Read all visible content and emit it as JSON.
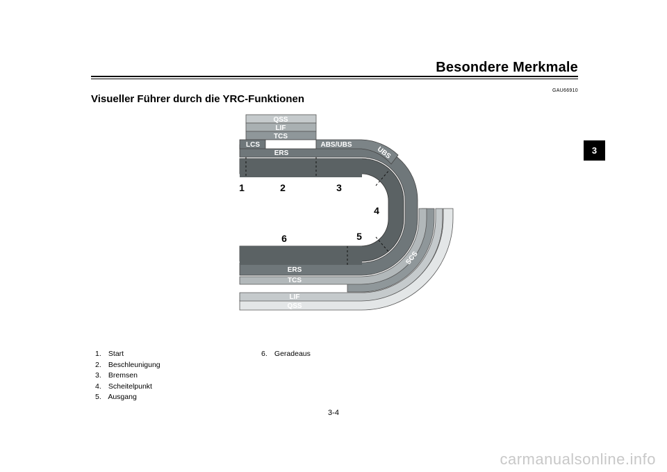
{
  "header": {
    "title": "Besondere Merkmale"
  },
  "doc_code": "GAU66910",
  "section_title": "Visueller Führer durch die YRC-Funktionen",
  "chapter_tab": "3",
  "figure": {
    "phase_numbers": [
      "1",
      "2",
      "3",
      "4",
      "5",
      "6"
    ],
    "top_labels": {
      "qss": "QSS",
      "lif": "LIF",
      "tcs": "TCS",
      "lcs": "LCS",
      "abs_ubs": "ABS/UBS",
      "ers": "ERS",
      "ubs": "UBS"
    },
    "bottom_labels": {
      "ers": "ERS",
      "tcs": "TCS",
      "scs": "SCS",
      "lif": "LIF",
      "qss": "QSS"
    },
    "colors": {
      "track_dark": "#5b6264",
      "track_mid": "#7c8487",
      "band_light": "#a9b0b2",
      "band_lighter": "#d6dadb",
      "label_text": "#ffffff"
    }
  },
  "legend": {
    "left": [
      {
        "num": "1.",
        "text": "Start"
      },
      {
        "num": "2.",
        "text": "Beschleunigung"
      },
      {
        "num": "3.",
        "text": "Bremsen"
      },
      {
        "num": "4.",
        "text": "Scheitelpunkt"
      },
      {
        "num": "5.",
        "text": "Ausgang"
      }
    ],
    "right": [
      {
        "num": "6.",
        "text": "Geradeaus"
      }
    ]
  },
  "page_number": "3-4",
  "watermark": "carmanualsonline.info"
}
